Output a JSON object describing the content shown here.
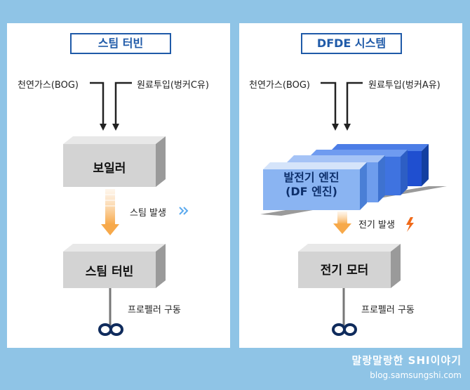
{
  "left_panel": {
    "title": "스팀 터빈",
    "input_left": "천연가스(BOG)",
    "input_right": "원료투입(벙커C유)",
    "box1": "보일러",
    "step_label": "스팀 발생",
    "box2": "스팀 터빈",
    "output_label": "프로펠러 구동"
  },
  "right_panel": {
    "title": "DFDE 시스템",
    "input_left": "천연가스(BOG)",
    "input_right": "원료투입(벙커A유)",
    "engine_line1": "발전기 엔진",
    "engine_line2": "(DF 엔진)",
    "step_label": "전기 발생",
    "box2": "전기 모터",
    "output_label": "프로펠러 구동"
  },
  "footer": {
    "brand": "말랑말랑한 SHI이야기",
    "url": "blog.samsungshi.com"
  },
  "colors": {
    "background": "#8fc4e6",
    "title_border": "#1f5aa8",
    "box_face": "#d4d4d4",
    "engine_blue": "#2d63d6",
    "arrow_orange": "#f7a94a"
  }
}
